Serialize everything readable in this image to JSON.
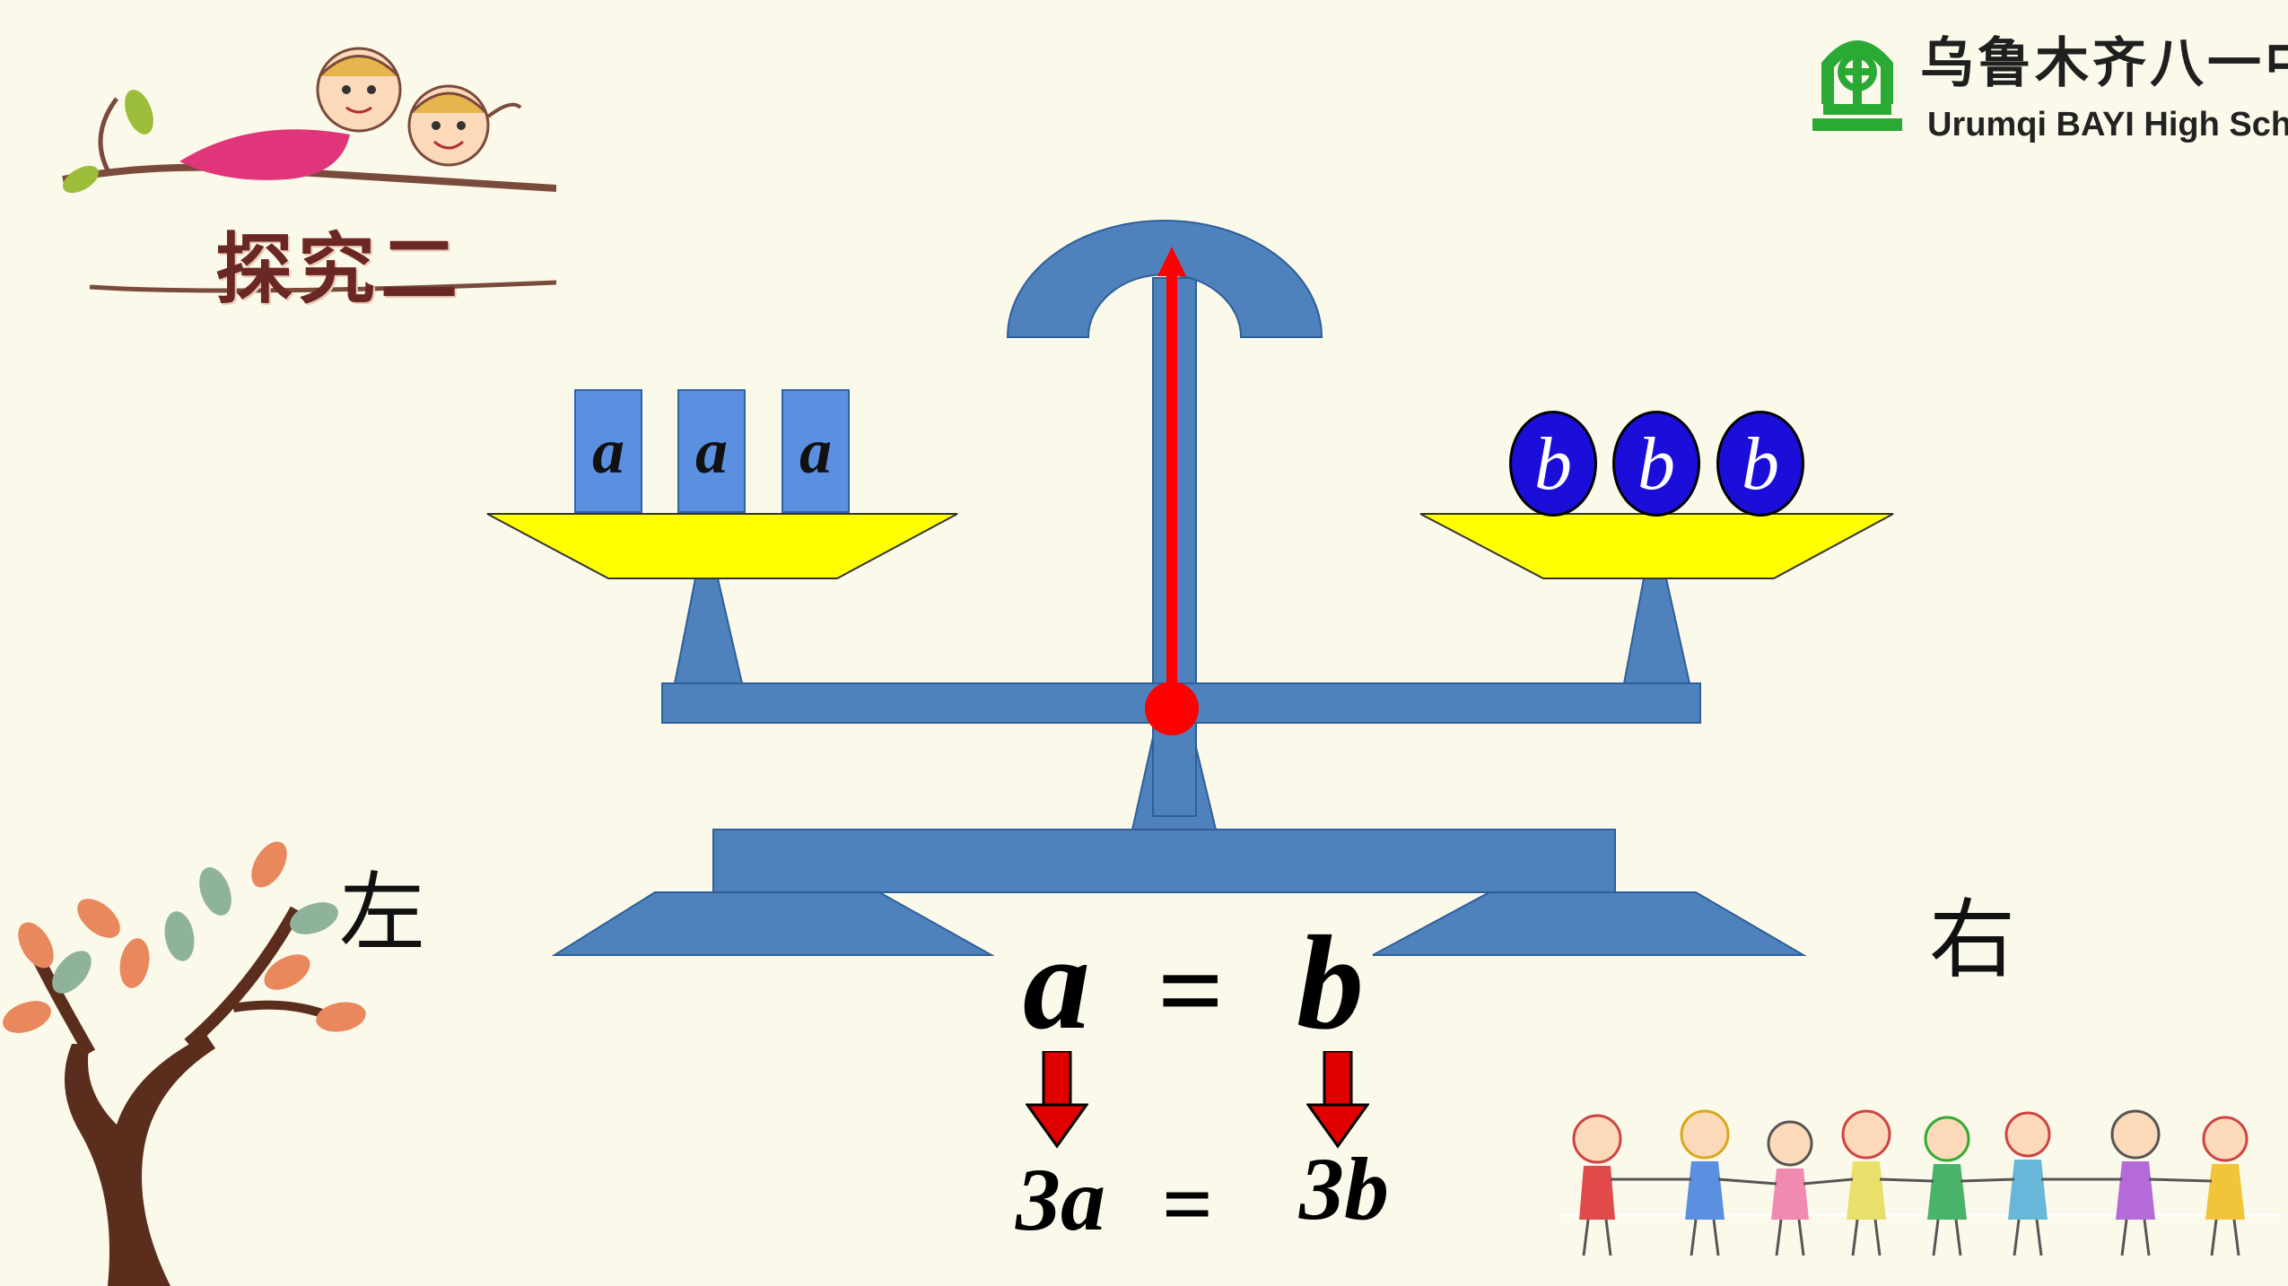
{
  "badge": {
    "title": "探究二"
  },
  "school": {
    "name_cn": "乌鲁木齐八一中学",
    "name_en": "Urumqi BAYI High School"
  },
  "labels": {
    "left": "左",
    "right": "右"
  },
  "left_pan": {
    "blocks": [
      "a",
      "a",
      "a"
    ]
  },
  "right_pan": {
    "balls": [
      "b",
      "b",
      "b"
    ]
  },
  "equation1": {
    "left": "a",
    "op": "=",
    "right": "b"
  },
  "equation2": {
    "left": "3a",
    "op": "=",
    "right": "3b"
  },
  "colors": {
    "background": "#fbf9ea",
    "scale": "#4f81bd",
    "pan": "#ffff00",
    "pointer": "#ff0000",
    "block": "#5b8fe0",
    "ball": "#1a0ed8",
    "badge_text": "#6b2723",
    "logo_green": "#2aa935"
  },
  "icons": {
    "badge": "kids-on-branch-illustration",
    "tree": "autumn-tree-illustration",
    "children": "children-holding-hands-illustration",
    "logo": "school-emblem-icon",
    "arrows": "down-arrow-icon"
  }
}
